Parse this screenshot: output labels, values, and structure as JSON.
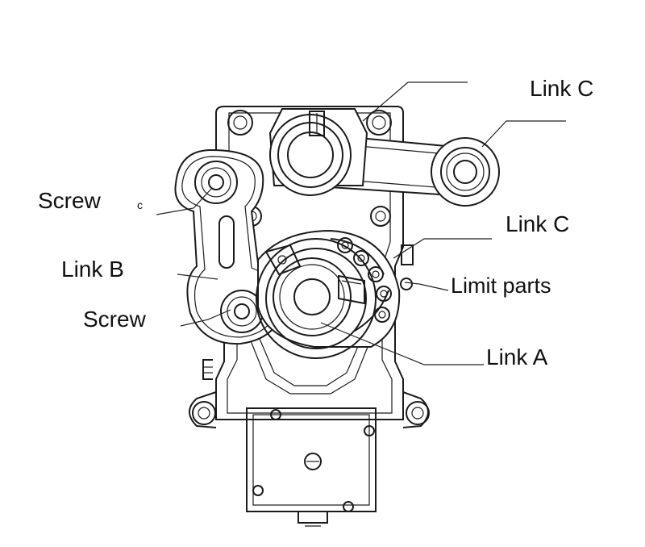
{
  "labels": {
    "link_c_top": "Link C",
    "screw_top": "Screw",
    "c_mark": "c",
    "link_c_mid": "Link C",
    "link_b": "Link B",
    "limit_parts": "Limit parts",
    "screw_bottom": "Screw",
    "link_a": "Link A"
  }
}
